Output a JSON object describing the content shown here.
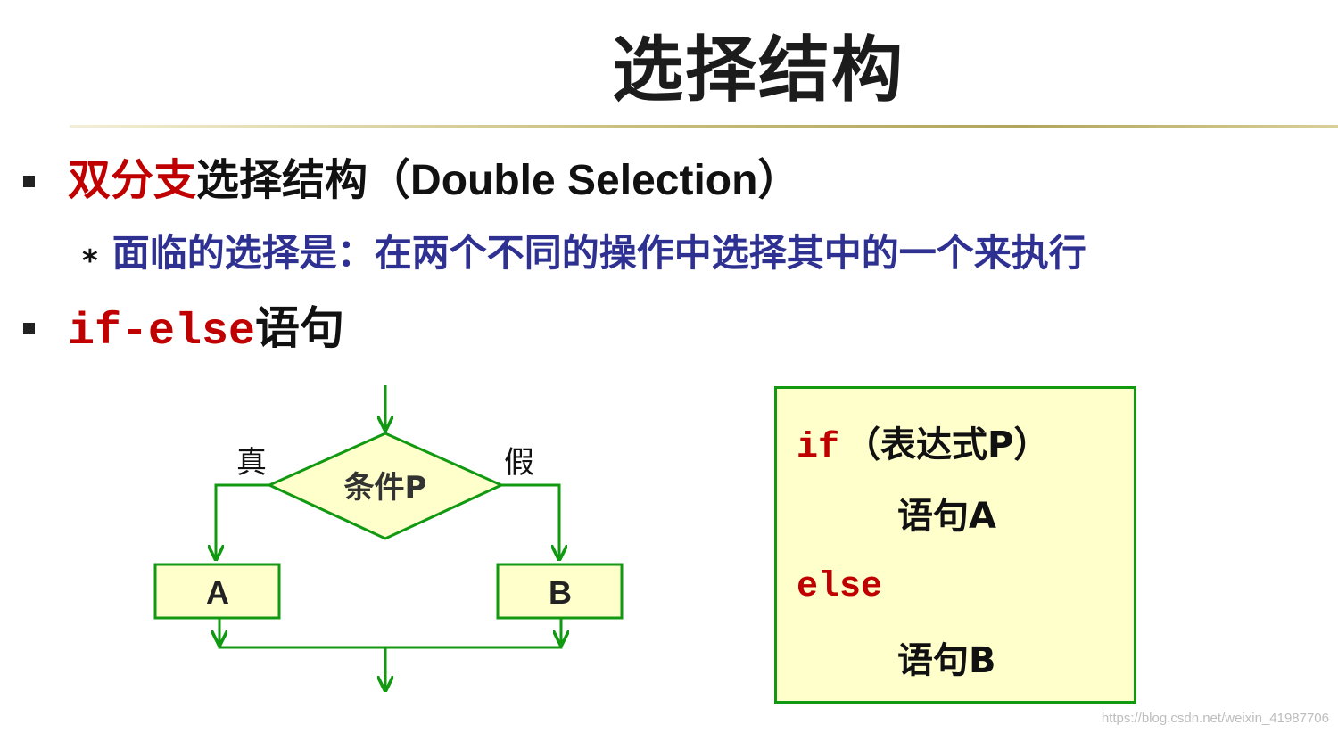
{
  "title": "选择结构",
  "bullets": [
    {
      "highlight": "双分支",
      "rest": "选择结构（",
      "english": "Double Selection",
      "close": "）",
      "sub": {
        "marker": "*",
        "text": "面临的选择是：在两个不同的操作中选择其中的一个来执行"
      }
    },
    {
      "code": "if-else",
      "rest": "语句"
    }
  ],
  "flowchart": {
    "condition": "条件P",
    "true_label": "真",
    "false_label": "假",
    "box_a": "A",
    "box_b": "B",
    "colors": {
      "stroke": "#119911",
      "fill": "#ffffcc"
    }
  },
  "code_box": {
    "if_kw": "if",
    "condition": "（表达式P）",
    "stmt_a": "语句A",
    "else_kw": "else",
    "stmt_b": "语句B"
  },
  "watermark": "https://blog.csdn.net/weixin_41987706",
  "colors": {
    "accent_red": "#c00000",
    "sub_blue": "#2e3192",
    "green": "#119911",
    "pale_yellow": "#ffffcc"
  }
}
